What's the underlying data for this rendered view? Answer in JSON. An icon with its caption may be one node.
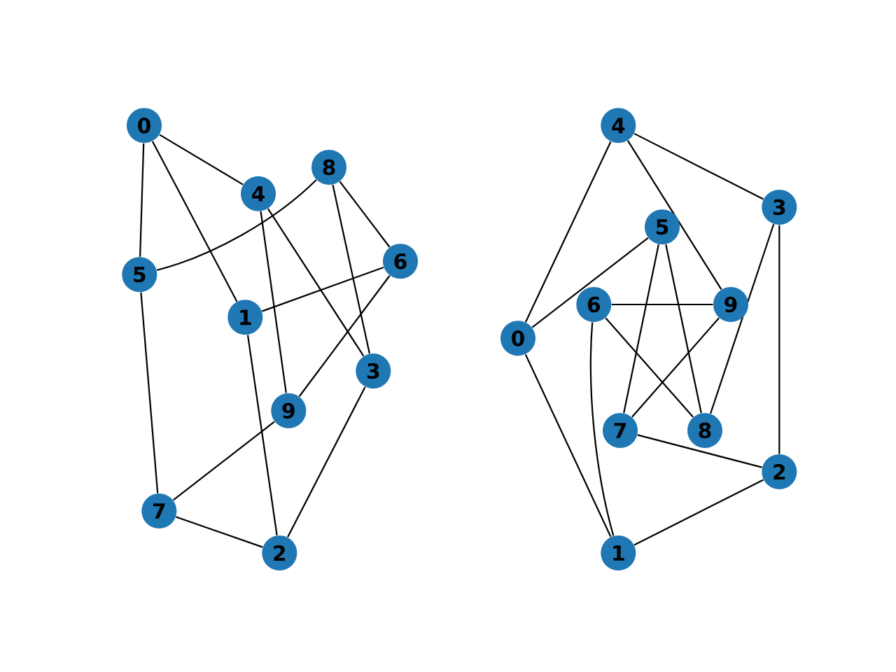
{
  "diagram": {
    "nodes": [
      {
        "text": [
          "0"
        ]
      },
      {
        "text": [
          "1"
        ]
      },
      {
        "text": [
          "2"
        ]
      },
      {
        "text": [
          "3"
        ]
      },
      {
        "text": [
          "4"
        ]
      },
      {
        "text": [
          "5"
        ]
      },
      {
        "text": [
          "6"
        ]
      },
      {
        "text": [
          "7"
        ]
      },
      {
        "text": [
          "8"
        ]
      },
      {
        "text": [
          "9"
        ]
      },
      {
        "text": [
          "0"
        ]
      },
      {
        "text": [
          "1"
        ]
      },
      {
        "text": [
          "2"
        ]
      },
      {
        "text": [
          "3"
        ]
      },
      {
        "text": [
          "4"
        ]
      },
      {
        "text": [
          "5"
        ]
      },
      {
        "text": [
          "6"
        ]
      },
      {
        "text": [
          "7"
        ]
      },
      {
        "text": [
          "8"
        ]
      },
      {
        "text": [
          "9"
        ]
      }
    ],
    "edges": [
      {
        "from": 0,
        "to": 1,
        "arrow": "none"
      },
      {
        "from": 1,
        "to": 2,
        "arrow": "none"
      },
      {
        "from": 2,
        "to": 3,
        "arrow": "none"
      },
      {
        "from": 3,
        "to": 4,
        "arrow": "none"
      },
      {
        "from": 4,
        "to": 0,
        "arrow": "none"
      },
      {
        "from": 0,
        "to": 5,
        "arrow": "none"
      },
      {
        "from": 1,
        "to": 6,
        "arrow": "none"
      },
      {
        "from": 2,
        "to": 7,
        "arrow": "none"
      },
      {
        "from": 3,
        "to": 8,
        "arrow": "none"
      },
      {
        "from": 4,
        "to": 9,
        "arrow": "none"
      },
      {
        "from": 5,
        "to": 7,
        "arrow": "none"
      },
      {
        "from": 7,
        "to": 9,
        "arrow": "none"
      },
      {
        "from": 9,
        "to": 6,
        "arrow": "none"
      },
      {
        "from": 6,
        "to": 8,
        "arrow": "none"
      },
      {
        "from": 8,
        "to": 5,
        "arrow": "none"
      },
      {
        "from": 10,
        "to": 11,
        "arrow": "none"
      },
      {
        "from": 11,
        "to": 12,
        "arrow": "none"
      },
      {
        "from": 12,
        "to": 13,
        "arrow": "none"
      },
      {
        "from": 13,
        "to": 14,
        "arrow": "none"
      },
      {
        "from": 14,
        "to": 10,
        "arrow": "none"
      },
      {
        "from": 10,
        "to": 15,
        "arrow": "none"
      },
      {
        "from": 11,
        "to": 16,
        "arrow": "none"
      },
      {
        "from": 12,
        "to": 17,
        "arrow": "none"
      },
      {
        "from": 13,
        "to": 18,
        "arrow": "none"
      },
      {
        "from": 14,
        "to": 19,
        "arrow": "none"
      },
      {
        "from": 15,
        "to": 17,
        "arrow": "none"
      },
      {
        "from": 17,
        "to": 19,
        "arrow": "none"
      },
      {
        "from": 19,
        "to": 16,
        "arrow": "none"
      },
      {
        "from": 16,
        "to": 18,
        "arrow": "none"
      },
      {
        "from": 18,
        "to": 15,
        "arrow": "none"
      }
    ]
  }
}
